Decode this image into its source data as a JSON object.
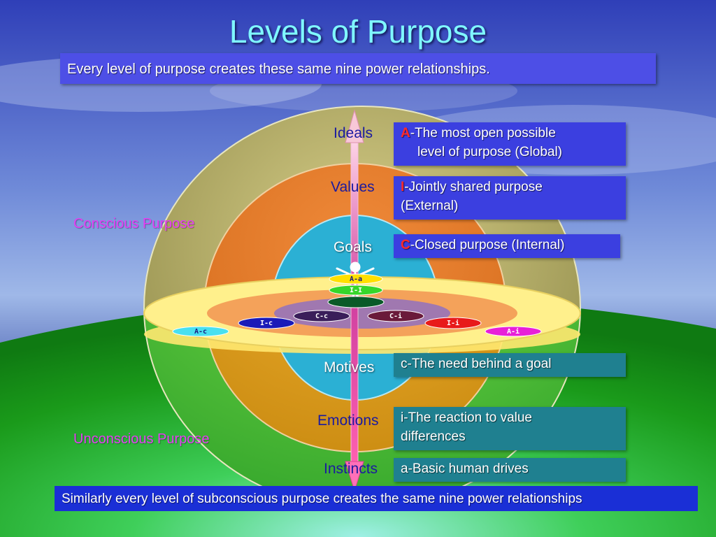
{
  "title": "Levels of Purpose",
  "subtitle": "Every level of purpose creates these same nine power relationships.",
  "footer": "Similarly every level of subconscious purpose creates the same nine power relationships",
  "side_labels": {
    "conscious": "Conscious Purpose",
    "unconscious": "Unconscious Purpose"
  },
  "levels": {
    "ideals": "Ideals",
    "values": "Values",
    "goals": "Goals",
    "motives": "Motives",
    "emotions": "Emotions",
    "instincts": "Instincts"
  },
  "definitions": {
    "A": {
      "letter": "A",
      "text": "-The most open possible",
      "text2": "level of purpose (Global)"
    },
    "I": {
      "letter": "I",
      "text": "-Jointly shared purpose",
      "text2": "(External)"
    },
    "C": {
      "letter": "C",
      "text": "-Closed purpose (Internal)"
    },
    "c": {
      "text": "c-The need behind a goal"
    },
    "i": {
      "text": "i-The reaction to value",
      "text2": "differences"
    },
    "a": {
      "text": "a-Basic human drives"
    }
  },
  "pills": {
    "Aa": "A-a",
    "Ii": "I-I",
    "Cc": "C-c",
    "Ci": "C-i",
    "Ic": "I-c",
    "Iii": "I-i",
    "Ac": "A-c",
    "Ai": "A-i"
  },
  "colors": {
    "outer_sphere": "#a79a4c",
    "values_sphere": "#e57a2a",
    "goals_sphere": "#2bb0d4",
    "disk": "#ffee84",
    "ground": "#1fa21f",
    "definition_box": "#3b3fe0",
    "definition_box_lower": "#1f8090",
    "footer_box": "#1a2fd6",
    "title": "#7ff7ff",
    "side_label": "#e63cf5"
  }
}
